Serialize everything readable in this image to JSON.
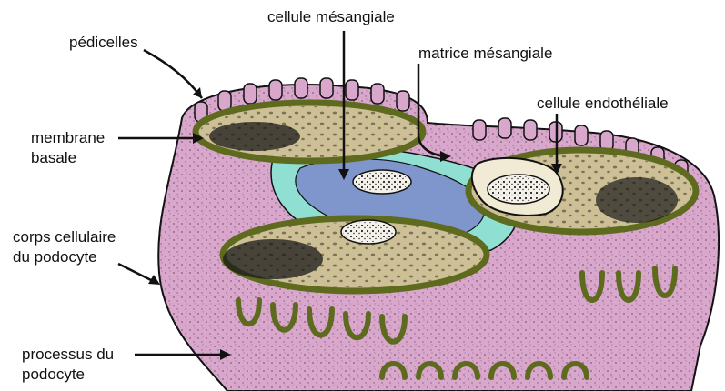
{
  "labels": {
    "pedicelles": "pédicelles",
    "cellule_mesangiale": "cellule mésangiale",
    "matrice_mesangiale": "matrice mésangiale",
    "cellule_endotheliale": "cellule endothéliale",
    "membrane_basale_line1": "membrane",
    "membrane_basale_line2": "basale",
    "corps_cellulaire_line1": "corps cellulaire",
    "corps_cellulaire_line2": "du podocyte",
    "processus_line1": "processus du",
    "processus_line2": "podocyte"
  },
  "colors": {
    "podocyte": "#d9a7cc",
    "basement_membrane": "#5e6a1e",
    "capillary_cytoplasm": "#cdbf96",
    "mesangial_matrix": "#8fe0d2",
    "mesangial_cell": "#7e96cc",
    "nucleus": "#f4f2ea",
    "outline": "#111111"
  }
}
